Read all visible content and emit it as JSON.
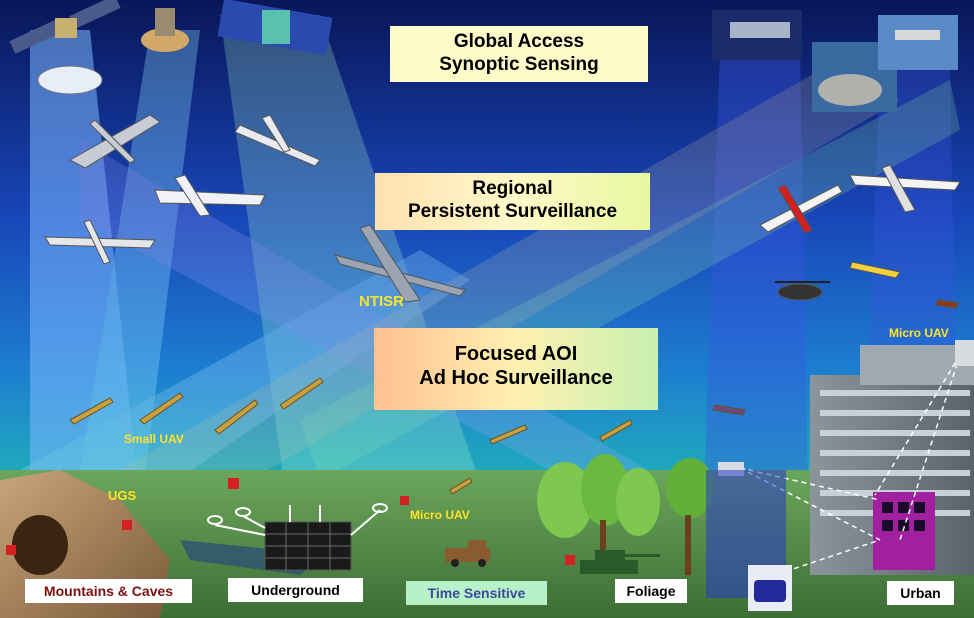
{
  "tiers": {
    "global": {
      "line1": "Global Access",
      "line2": "Synoptic Sensing"
    },
    "regional": {
      "line1": "Regional",
      "line2": "Persistent Surveillance"
    },
    "focused": {
      "line1": "Focused AOI",
      "line2": "Ad Hoc Surveillance"
    }
  },
  "platform_labels": {
    "ntisr": "NTISR",
    "small_uav": "Small UAV",
    "ugs": "UGS",
    "micro_uav_ground": "Micro UAV",
    "micro_uav_urban": "Micro UAV"
  },
  "environments": [
    {
      "label": "Mountains & Caves"
    },
    {
      "label": "Underground"
    },
    {
      "label": "Time Sensitive"
    },
    {
      "label": "Foliage"
    },
    {
      "label": "Urban"
    }
  ],
  "colors": {
    "sky_top": "#0b1a6e",
    "sky_mid": "#1d5fd0",
    "sky_low": "#1aa3c8",
    "ground": "#4f8a45",
    "banner_bg": "#fffbc8",
    "platform_label": "#ffe326"
  }
}
